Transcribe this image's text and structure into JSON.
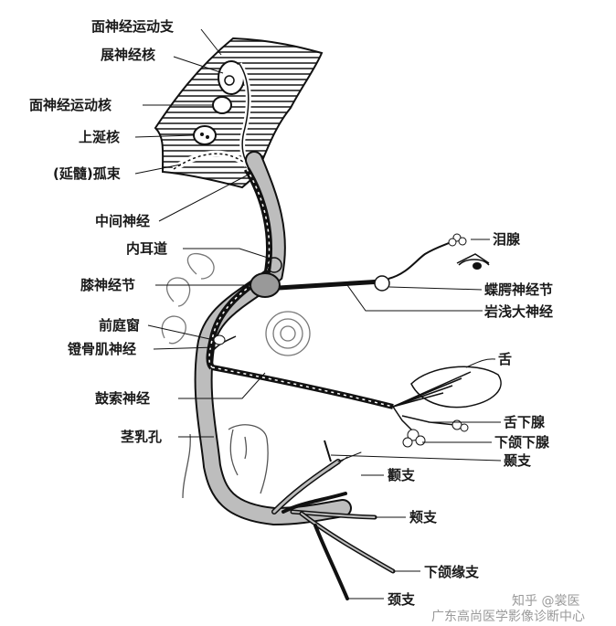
{
  "labels": {
    "facial_motor_branch": "面神经运动支",
    "abducens_nucleus": "展神经核",
    "facial_motor_nucleus": "面神经运动核",
    "superior_salivatory_nucleus": "上涎核",
    "solitary_tract": "(延髓)孤束",
    "intermediate_nerve": "中间神经",
    "internal_acoustic_meatus": "内耳道",
    "geniculate_ganglion": "膝神经节",
    "vestibular_window": "前庭窗",
    "stapedius_nerve": "镫骨肌神经",
    "chorda_tympani": "鼓索神经",
    "stylomastoid_foramen": "茎乳孔",
    "lacrimal_gland": "泪腺",
    "pterygopalatine_ganglion": "蝶腭神经节",
    "greater_petrosal_nerve": "岩浅大神经",
    "tongue": "舌",
    "sublingual_gland": "舌下腺",
    "submandibular_gland": "下颌下腺",
    "temporal_branch": "颞支",
    "zygomatic_branch": "颧支",
    "buccal_branch": "颊支",
    "marginal_mandibular_branch": "下颌缘支",
    "cervical_branch": "颈支"
  },
  "watermark": {
    "line1": "知乎 @裳医",
    "line2": "广东高尚医学影像诊断中心"
  }
}
